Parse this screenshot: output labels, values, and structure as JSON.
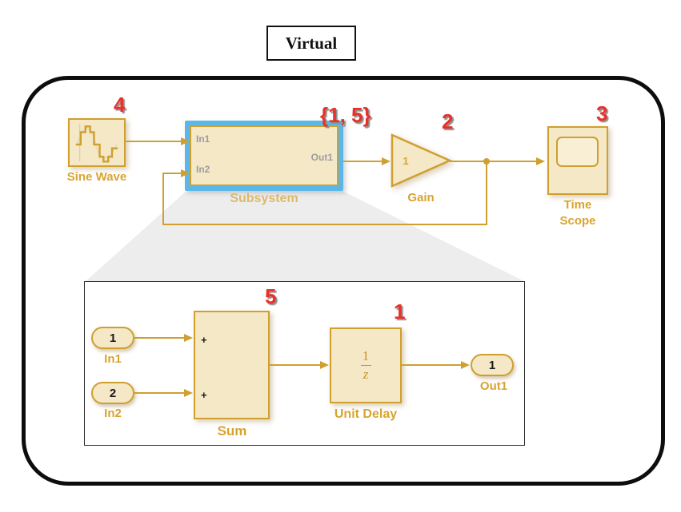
{
  "page": {
    "title": "Virtual"
  },
  "colors": {
    "block_fill": "#f5e8c7",
    "block_border": "#cf9f30",
    "label_gold": "#d8a430",
    "faded_label": "#dbba6e",
    "selection_blue": "#5db6e8",
    "wire": "#cf9f30",
    "annotation_red": "#e8312a",
    "port_text_gray": "#98989e",
    "trapezoid_gray": "#ededed",
    "boundary_black": "#0d0d0d"
  },
  "annotations": {
    "sine_order": "4",
    "subsystem_order": "{1, 5}",
    "gain_order": "2",
    "scope_order": "3",
    "sum_order": "5",
    "unit_delay_order": "1"
  },
  "blocks": {
    "sine_wave": {
      "label": "Sine Wave"
    },
    "subsystem": {
      "label": "Subsystem",
      "ports": {
        "in1": "In1",
        "in2": "In2",
        "out1": "Out1"
      }
    },
    "gain": {
      "label": "Gain",
      "value": "1"
    },
    "time_scope": {
      "label_line1": "Time",
      "label_line2": "Scope"
    }
  },
  "inner": {
    "in1": {
      "port_number": "1",
      "label": "In1"
    },
    "in2": {
      "port_number": "2",
      "label": "In2"
    },
    "sum": {
      "label": "Sum",
      "sign_top": "+",
      "sign_bottom": "+"
    },
    "unit_delay": {
      "label": "Unit Delay",
      "numerator": "1",
      "denominator": "z"
    },
    "out1": {
      "port_number": "1",
      "label": "Out1"
    }
  }
}
